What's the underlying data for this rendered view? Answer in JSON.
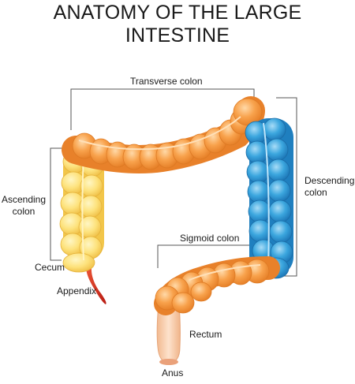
{
  "title": "ANATOMY OF THE LARGE INTESTINE",
  "labels": {
    "transverse_colon": "Transverse colon",
    "ascending_colon_1": "Ascending",
    "ascending_colon_2": "colon",
    "descending_colon_1": "Descending",
    "descending_colon_2": "colon",
    "sigmoid_colon": "Sigmoid colon",
    "cecum": "Cecum",
    "appendix": "Appendix",
    "rectum": "Rectum",
    "anus": "Anus"
  },
  "colors": {
    "transverse_sigmoid": "#f7a24a",
    "transverse_sigmoid_dark": "#e8812a",
    "ascending": "#fde279",
    "ascending_dark": "#f2c64a",
    "descending": "#3aa6de",
    "descending_dark": "#1f7fbf",
    "appendix": "#d9291c",
    "rectum": "#f7cfae",
    "bracket": "#555555"
  }
}
